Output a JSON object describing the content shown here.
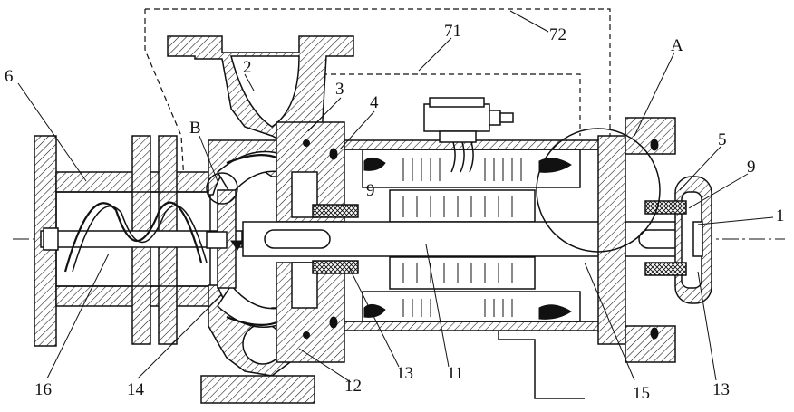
{
  "labels": {
    "l6": "6",
    "l2": "2",
    "l3": "3",
    "l4": "4",
    "lB": "B",
    "l71": "71",
    "l72": "72",
    "lA": "A",
    "l5": "5",
    "l9a": "9",
    "l9b": "9",
    "l1": "1",
    "l16": "16",
    "l14": "14",
    "l12": "12",
    "l13a": "13",
    "l11": "11",
    "l15": "15",
    "l13b": "13"
  }
}
